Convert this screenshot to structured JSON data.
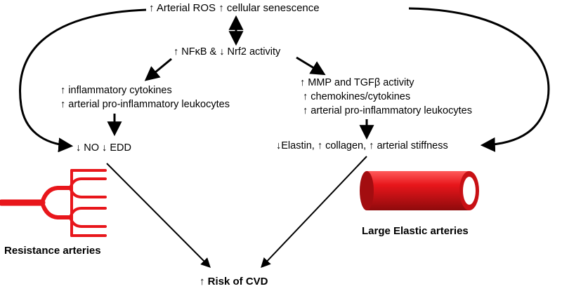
{
  "top": "↑ Arterial ROS ↑ cellular senescence",
  "nfkb": "↑ NFκB & ↓ Nrf2 activity",
  "left": {
    "line1": "↑ inflammatory cytokines",
    "line2": "↑ arterial pro-inflammatory leukocytes",
    "outcome": "↓ NO ↓  EDD",
    "vessel_label": "Resistance arteries"
  },
  "right": {
    "line1": "↑ MMP and TGFβ activity",
    "line2": "↑ chemokines/cytokines",
    "line3": "↑ arterial pro-inflammatory leukocytes",
    "outcome": "↓Elastin, ↑ collagen, ↑ arterial stiffness",
    "vessel_label": "Large Elastic arteries"
  },
  "bottom": "↑ Risk of CVD",
  "colors": {
    "vessel": "#e8161b",
    "vessel_dark": "#a30d10",
    "arrow": "#000000"
  }
}
